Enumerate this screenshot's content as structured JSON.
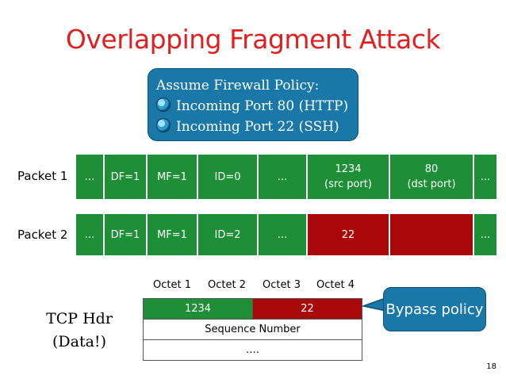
{
  "title": "Overlapping Fragment Attack",
  "policy": {
    "heading": "Assume Firewall Policy:",
    "rules": [
      "Incoming Port 80 (HTTP)",
      "Incoming Port 22 (SSH)"
    ]
  },
  "packet1": {
    "label": "Packet 1",
    "cells": [
      "…",
      "DF=1",
      "MF=1",
      "ID=0",
      "…",
      "1234",
      "(src port)",
      "80",
      "(dst port)",
      "…"
    ]
  },
  "packet2": {
    "label": "Packet 2",
    "cells": [
      "…",
      "DF=1",
      "MF=1",
      "ID=2",
      "…",
      "22",
      "",
      "…"
    ]
  },
  "tcp": {
    "label_line1": "TCP Hdr",
    "label_line2": "(Data!)",
    "octets": [
      "Octet 1",
      "Octet 2",
      "Octet 3",
      "Octet 4"
    ],
    "src_port": "1234",
    "dst_port": "22",
    "seq": "Sequence Number",
    "more": "…."
  },
  "bypass": "Bypass policy",
  "page_number": "18",
  "colors": {
    "title": "#e02020",
    "green": "#1e8f37",
    "red": "#a80808",
    "callout": "#1a78a8"
  }
}
